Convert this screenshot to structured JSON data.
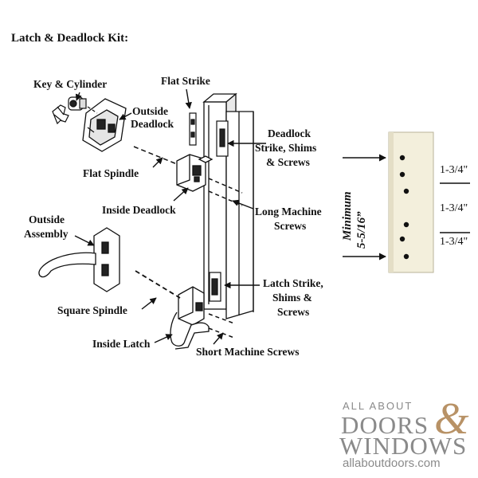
{
  "title": "Latch & Deadlock Kit:",
  "parts": {
    "key_cylinder": "Key & Cylinder",
    "outside_deadlock_1": "Outside",
    "outside_deadlock_2": "Deadlock",
    "flat_strike": "Flat Strike",
    "deadlock_strike_1": "Deadlock",
    "deadlock_strike_2": "Strike, Shims",
    "deadlock_strike_3": "& Screws",
    "flat_spindle": "Flat Spindle",
    "inside_deadlock": "Inside Deadlock",
    "long_screws_1": "Long Machine",
    "long_screws_2": "Screws",
    "outside_assembly_1": "Outside",
    "outside_assembly_2": "Assembly",
    "latch_strike_1": "Latch Strike,",
    "latch_strike_2": "Shims &",
    "latch_strike_3": "Screws",
    "square_spindle": "Square Spindle",
    "inside_latch": "Inside Latch",
    "short_screws": "Short Machine Screws"
  },
  "measurements": {
    "minimum_1": "Minimum",
    "minimum_2": "5-5/16”",
    "spacing_1": "1-3/4\"",
    "spacing_2": "1-3/4\"",
    "spacing_3": "1-3/4\""
  },
  "logo": {
    "line1": "ALL ABOUT",
    "line2": "DOORS",
    "line3": "WINDOWS",
    "line4": "allaboutdoors.com",
    "ampersand": "&"
  },
  "colors": {
    "ink": "#111111",
    "plate": "#f3efdc",
    "logo_gray": "#8a8a8a",
    "logo_gold": "#b89266"
  }
}
